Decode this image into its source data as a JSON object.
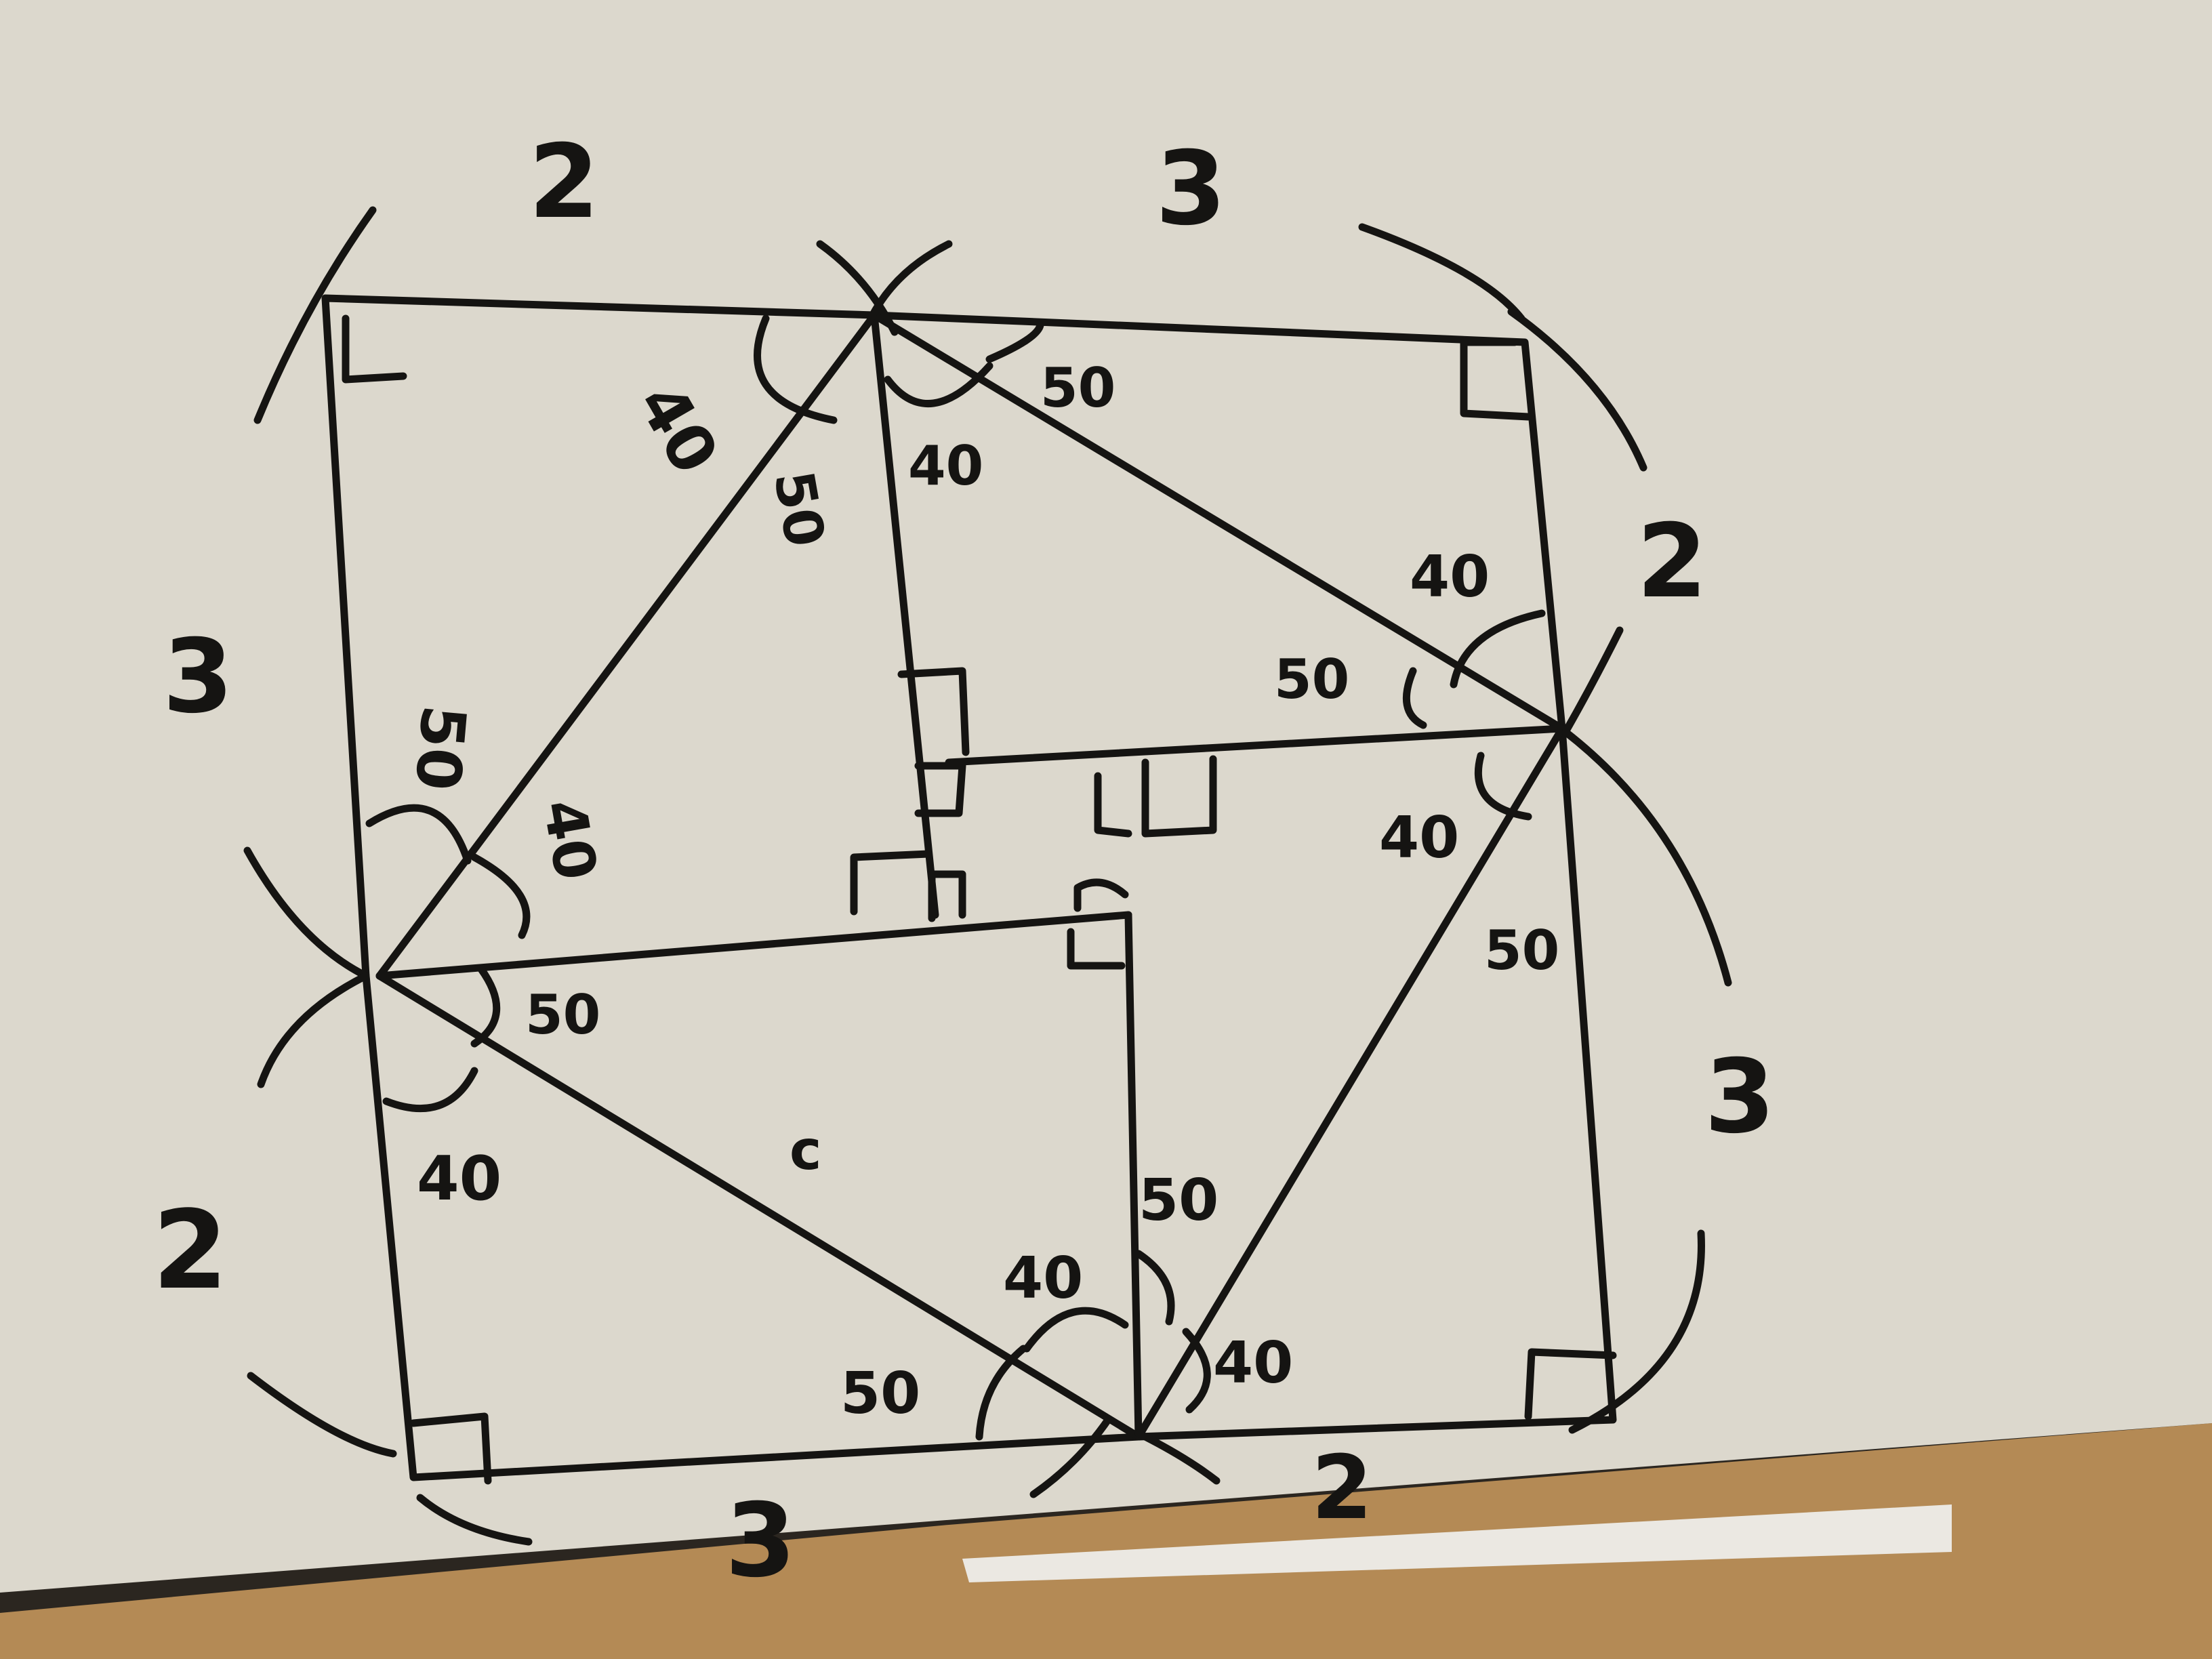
{
  "board": {
    "background_color": "#dcd8cd",
    "ink_color": "#151412",
    "shadow_color": "#2b2620",
    "desk_color": "#b48a55"
  },
  "side_lengths": {
    "top_left": "2",
    "top_right": "3",
    "left_upper": "3",
    "left_lower": "2",
    "right_upper": "2",
    "right_lower": "3",
    "bottom_left": "3",
    "bottom_right": "2"
  },
  "angle_labels": {
    "top_vertex_left": "40",
    "top_vertex_mid": "50",
    "top_vertex_right_a": "50",
    "top_vertex_right_b": "40",
    "right_vertex_upper_a": "40",
    "right_vertex_upper_b": "50",
    "right_vertex_lower_a": "40",
    "right_vertex_lower_b": "50",
    "left_vertex_upper_a": "50",
    "left_vertex_upper_b": "40",
    "left_vertex_lower_a": "50",
    "left_vertex_lower_b": "40",
    "bottom_vertex_a": "40",
    "bottom_vertex_b": "50",
    "bottom_vertex_c": "40",
    "bottom_vertex_d": "50"
  },
  "hypotenuse_label": "c"
}
